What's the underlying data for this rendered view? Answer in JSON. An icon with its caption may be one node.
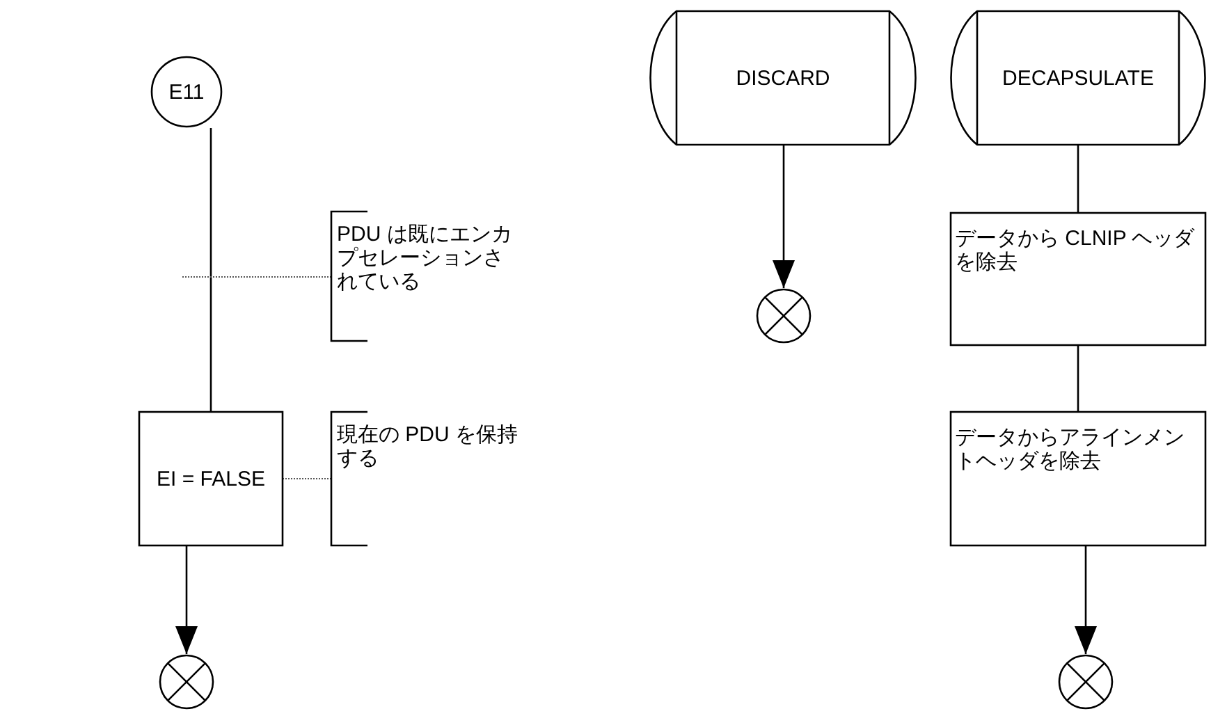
{
  "diagram": {
    "nodes": [
      {
        "text": [
          "E11"
        ]
      },
      {
        "text": [
          "EI = FALSE"
        ]
      },
      {
        "text": [],
        "shape": "circle"
      },
      {
        "text": [
          "PDU は既にエンカプセレーションされている"
        ]
      },
      {
        "text": [
          "現在の PDU を保持する"
        ]
      },
      {
        "text": [
          "DISCARD"
        ]
      },
      {
        "text": [],
        "shape": "circle"
      },
      {
        "text": [
          "DECAPSULATE"
        ]
      },
      {
        "text": [
          "データから CLNIP ヘッダを除去"
        ]
      },
      {
        "text": [
          "データからアラインメントヘッダを除去"
        ]
      },
      {
        "text": [],
        "shape": "circle"
      }
    ],
    "edges": [
      {
        "from": 0,
        "to": 1,
        "arrow": "none"
      },
      {
        "from": 1,
        "to": 2,
        "arrow": "to"
      },
      {
        "from": 3,
        "to": null,
        "arrow": "none",
        "style": "dashed"
      },
      {
        "from": 4,
        "to": 1,
        "arrow": "none",
        "style": "dashed"
      },
      {
        "from": 5,
        "to": 6,
        "arrow": "to"
      },
      {
        "from": 7,
        "to": 8,
        "arrow": "none"
      },
      {
        "from": 8,
        "to": 9,
        "arrow": "none"
      },
      {
        "from": 9,
        "to": 10,
        "arrow": "to"
      }
    ]
  }
}
